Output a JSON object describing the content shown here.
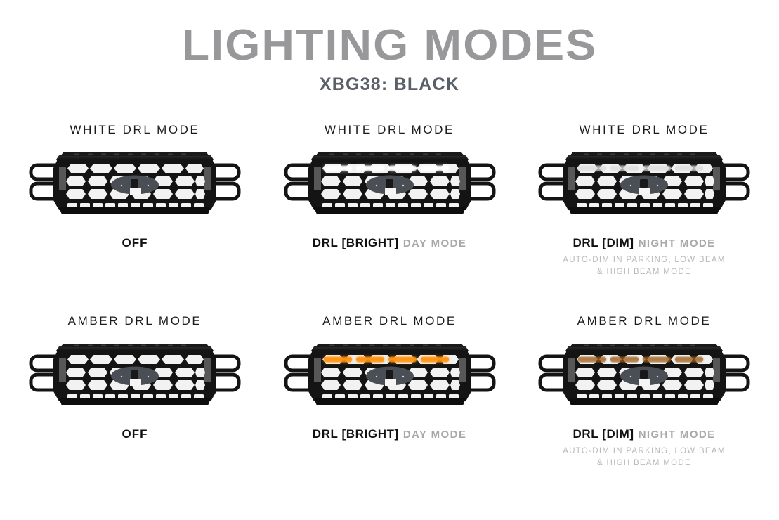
{
  "header": {
    "title": "LIGHTING MODES",
    "subtitle": "XBG38: BLACK",
    "title_color": "#98989a",
    "subtitle_color": "#5a6068"
  },
  "panels": [
    {
      "id": "white-off",
      "mode_title": "WHITE DRL MODE",
      "state_main": "OFF",
      "state_sub": "",
      "note_line1": "",
      "note_line2": "",
      "light_color": "#000000",
      "light_state": "off",
      "light_intensity": 0
    },
    {
      "id": "white-bright",
      "mode_title": "WHITE DRL MODE",
      "state_main": "DRL [BRIGHT]",
      "state_sub": "DAY MODE",
      "note_line1": "",
      "note_line2": "",
      "light_color": "#ffffff",
      "light_state": "bright",
      "light_intensity": 100
    },
    {
      "id": "white-dim",
      "mode_title": "WHITE DRL MODE",
      "state_main": "DRL [DIM]",
      "state_sub": "NIGHT MODE",
      "note_line1": "AUTO-DIM IN PARKING, LOW BEAM",
      "note_line2": "& HIGH BEAM MODE",
      "light_color": "#dcdcdc",
      "light_state": "dim",
      "light_intensity": 55
    },
    {
      "id": "amber-off",
      "mode_title": "AMBER DRL MODE",
      "state_main": "OFF",
      "state_sub": "",
      "note_line1": "",
      "note_line2": "",
      "light_color": "#000000",
      "light_state": "off",
      "light_intensity": 0
    },
    {
      "id": "amber-bright",
      "mode_title": "AMBER DRL MODE",
      "state_main": "DRL [BRIGHT]",
      "state_sub": "DAY MODE",
      "note_line1": "",
      "note_line2": "",
      "light_color": "#ff9212",
      "light_state": "bright",
      "light_intensity": 100
    },
    {
      "id": "amber-dim",
      "mode_title": "AMBER DRL MODE",
      "state_main": "DRL [DIM]",
      "state_sub": "NIGHT MODE",
      "note_line1": "AUTO-DIM IN PARKING, LOW BEAM",
      "note_line2": "& HIGH BEAM MODE",
      "light_color": "#9c5a14",
      "light_state": "dim",
      "light_intensity": 45
    }
  ],
  "product": {
    "grille_color_name": "BLACK",
    "grille_body_hex": "#141414",
    "mesh_cell_hex": "#f2f2f2",
    "emblem_hex": "#4a4f56",
    "background_hex": "#ffffff"
  }
}
